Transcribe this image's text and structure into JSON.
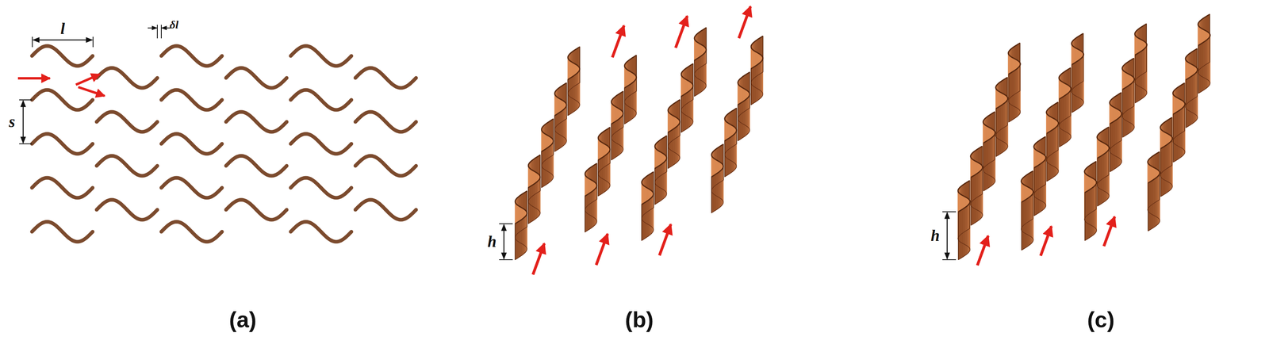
{
  "diagram": {
    "labels": [
      "l",
      "δl",
      "s",
      "h",
      "h",
      "(a)",
      "(b)",
      "(c)"
    ]
  }
}
